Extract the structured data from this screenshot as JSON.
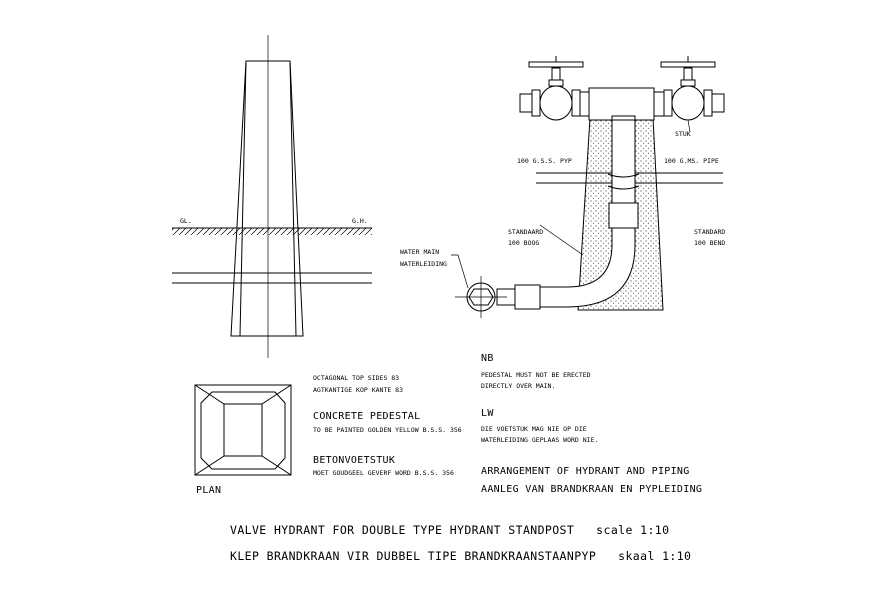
{
  "elevation": {
    "gl_left": "GL.",
    "gl_right": "G.H."
  },
  "plan": {
    "label": "PLAN"
  },
  "notes_left": {
    "octagonal_en": "OCTAGONAL TOP SIDES 83",
    "octagonal_af": "AGTKANTIGE KOP KANTE 83",
    "pedestal_en": "CONCRETE PEDESTAL",
    "painted_en": "TO BE PAINTED GOLDEN YELLOW B.S.S. 356",
    "pedestal_af": "BETONVOETSTUK",
    "painted_af": "MOET GOUDGEEL GEVERF WORD B.S.S. 356"
  },
  "hydrant": {
    "stuk": "STUK",
    "pipe_af": "100 G.S.S. PYP",
    "pipe_en": "100 G.MS. PIPE",
    "bend_af_1": "STANDAARD",
    "bend_af_2": "100 BOOG",
    "bend_en_1": "STANDARD",
    "bend_en_2": "100 BEND",
    "main_en": "WATER MAIN",
    "main_af": "WATERLEIDING"
  },
  "notes_right": {
    "nb": "NB",
    "nb_1": "PEDESTAL MUST NOT BE ERECTED",
    "nb_2": "DIRECTLY OVER MAIN.",
    "lw": "LW",
    "lw_1": "DIE VOETSTUK MAG NIE OP DIE",
    "lw_2": "WATERLEIDING GEPLAAS WORD NIE.",
    "arrangement_en": "ARRANGEMENT OF HYDRANT AND PIPING",
    "arrangement_af": "AANLEG VAN BRANDKRAAN EN PYPLEIDING"
  },
  "titles": {
    "title_en": "VALVE HYDRANT FOR DOUBLE TYPE HYDRANT STANDPOST   scale 1:10",
    "title_af": "KLEP BRANDKRAAN VIR DUBBEL TIPE BRANDKRAANSTAANPYP   skaal 1:10"
  }
}
